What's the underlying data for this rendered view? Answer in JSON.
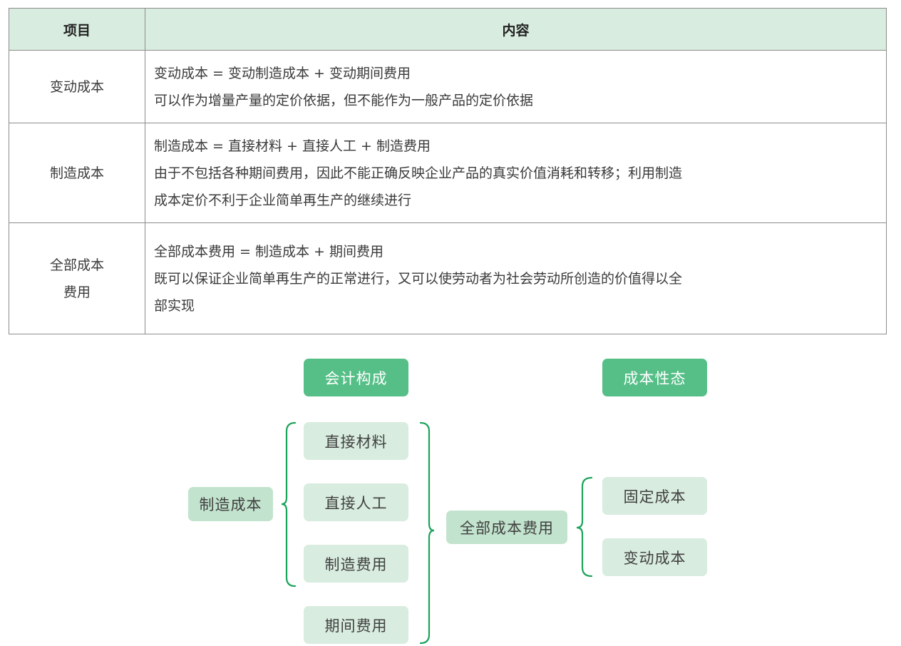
{
  "table": {
    "headers": {
      "item": "项目",
      "content": "内容"
    },
    "rows": [
      {
        "item_lines": [
          "变动成本"
        ],
        "content_lines": [
          "变动成本 = 变动制造成本 + 变动期间费用",
          "可以作为增量产量的定价依据，但不能作为一般产品的定价依据"
        ]
      },
      {
        "item_lines": [
          "制造成本"
        ],
        "content_lines": [
          "制造成本 = 直接材料 + 直接人工 + 制造费用",
          "由于不包括各种期间费用，因此不能正确反映企业产品的真实价值消耗和转移；利用制造",
          "成本定价不利于企业简单再生产的继续进行"
        ]
      },
      {
        "item_lines": [
          "全部成本",
          "费用"
        ],
        "content_lines": [
          "全部成本费用 = 制造成本 + 期间费用",
          "既可以保证企业简单再生产的正常进行，又可以使劳动者为社会劳动所创造的价值得以全",
          "部实现"
        ]
      }
    ]
  },
  "diagram": {
    "column_headers": {
      "accounting": "会计构成",
      "behavior": "成本性态"
    },
    "manufacturing_cost": "制造成本",
    "components": [
      "直接材料",
      "直接人工",
      "制造费用",
      "期间费用"
    ],
    "total_cost": "全部成本费用",
    "behavior_types": [
      "固定成本",
      "变动成本"
    ],
    "colors": {
      "header_fill": "#55bf87",
      "leaf_fill": "#d8ecdf",
      "mid_fill": "#c2e3cd",
      "brace": "#1aa35a",
      "table_header_fill": "#d8ecdf"
    }
  }
}
